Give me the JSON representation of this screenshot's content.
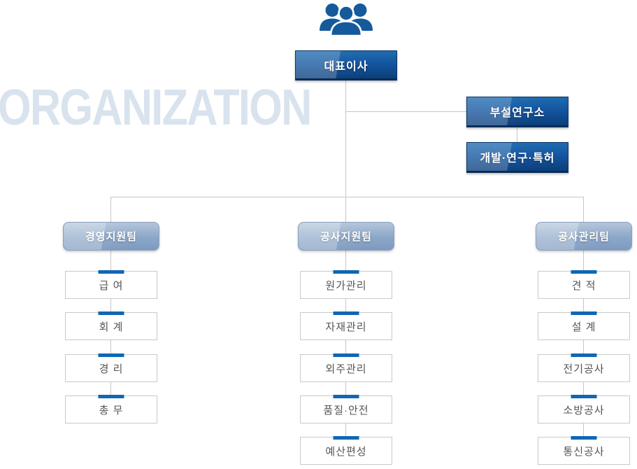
{
  "watermark": "ORGANIZATION",
  "org": {
    "root": {
      "label": "대표이사"
    },
    "research_branch": [
      {
        "label": "부설연구소"
      },
      {
        "label": "개발·연구·특허"
      }
    ],
    "teams": [
      {
        "label": "경영지원팀",
        "items": [
          "급 여",
          "회 계",
          "경 리",
          "총 무"
        ]
      },
      {
        "label": "공사지원팀",
        "items": [
          "원가관리",
          "자재관리",
          "외주관리",
          "품질·안전",
          "예산편성"
        ]
      },
      {
        "label": "공사관리팀",
        "items": [
          "견 적",
          "설 계",
          "전기공사",
          "소방공사",
          "통신공사"
        ]
      }
    ]
  },
  "colors": {
    "node_dark_top": "#1e6cb1",
    "node_dark_bottom": "#0b3e7a",
    "team_node": "#8ba7c8",
    "tab_accent": "#1067b3",
    "watermark": "#d9e3ee",
    "connector_line": "#c6c6c6",
    "icon_blue": "#155a9b"
  }
}
